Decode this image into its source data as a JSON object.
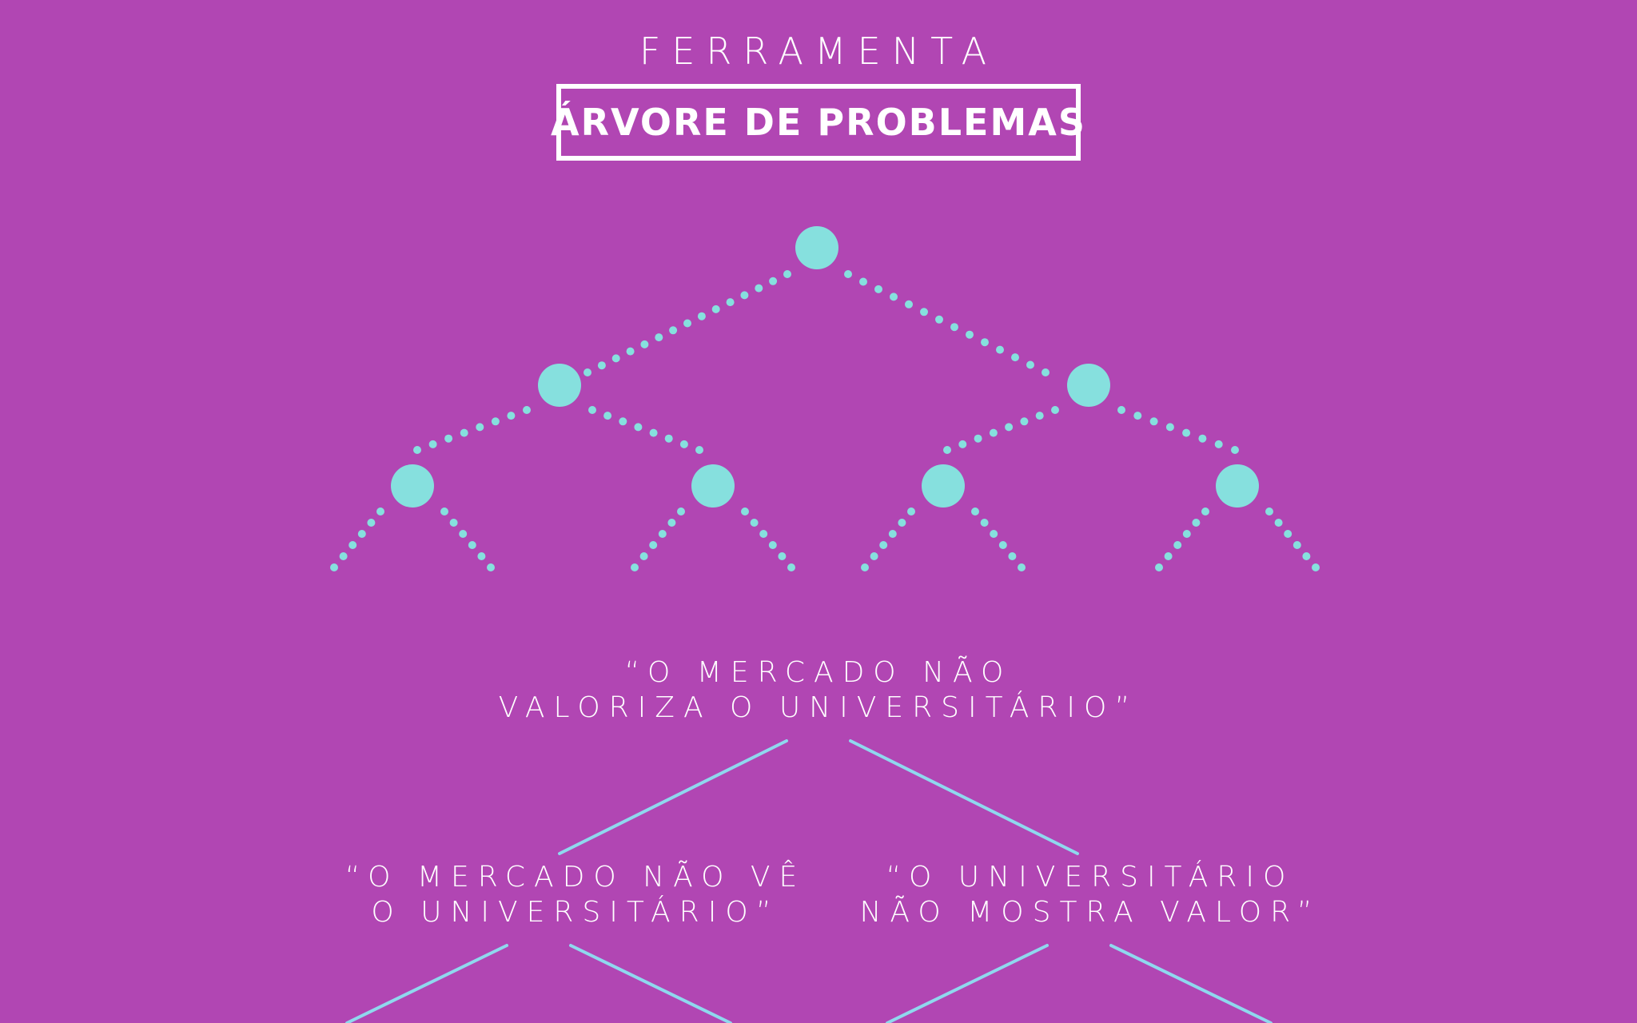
{
  "header": {
    "overline": "FERRAMENTA",
    "title": "ÁRVORE DE PROBLEMAS"
  },
  "colors": {
    "background": "#b146b3",
    "node": "#86e0de",
    "text": "#ffffff",
    "connector": "#8fd8ee"
  },
  "diagram": {
    "root_problem": {
      "line1": "“O MERCADO NÃO",
      "line2": "VALORIZA O UNIVERSITÁRIO”"
    },
    "causes": [
      {
        "line1": "“O MERCADO NÃO VÊ",
        "line2": "O UNIVERSITÁRIO”"
      },
      {
        "line1": "“O UNIVERSITÁRIO",
        "line2": "NÃO MOSTRA VALOR”"
      }
    ]
  }
}
